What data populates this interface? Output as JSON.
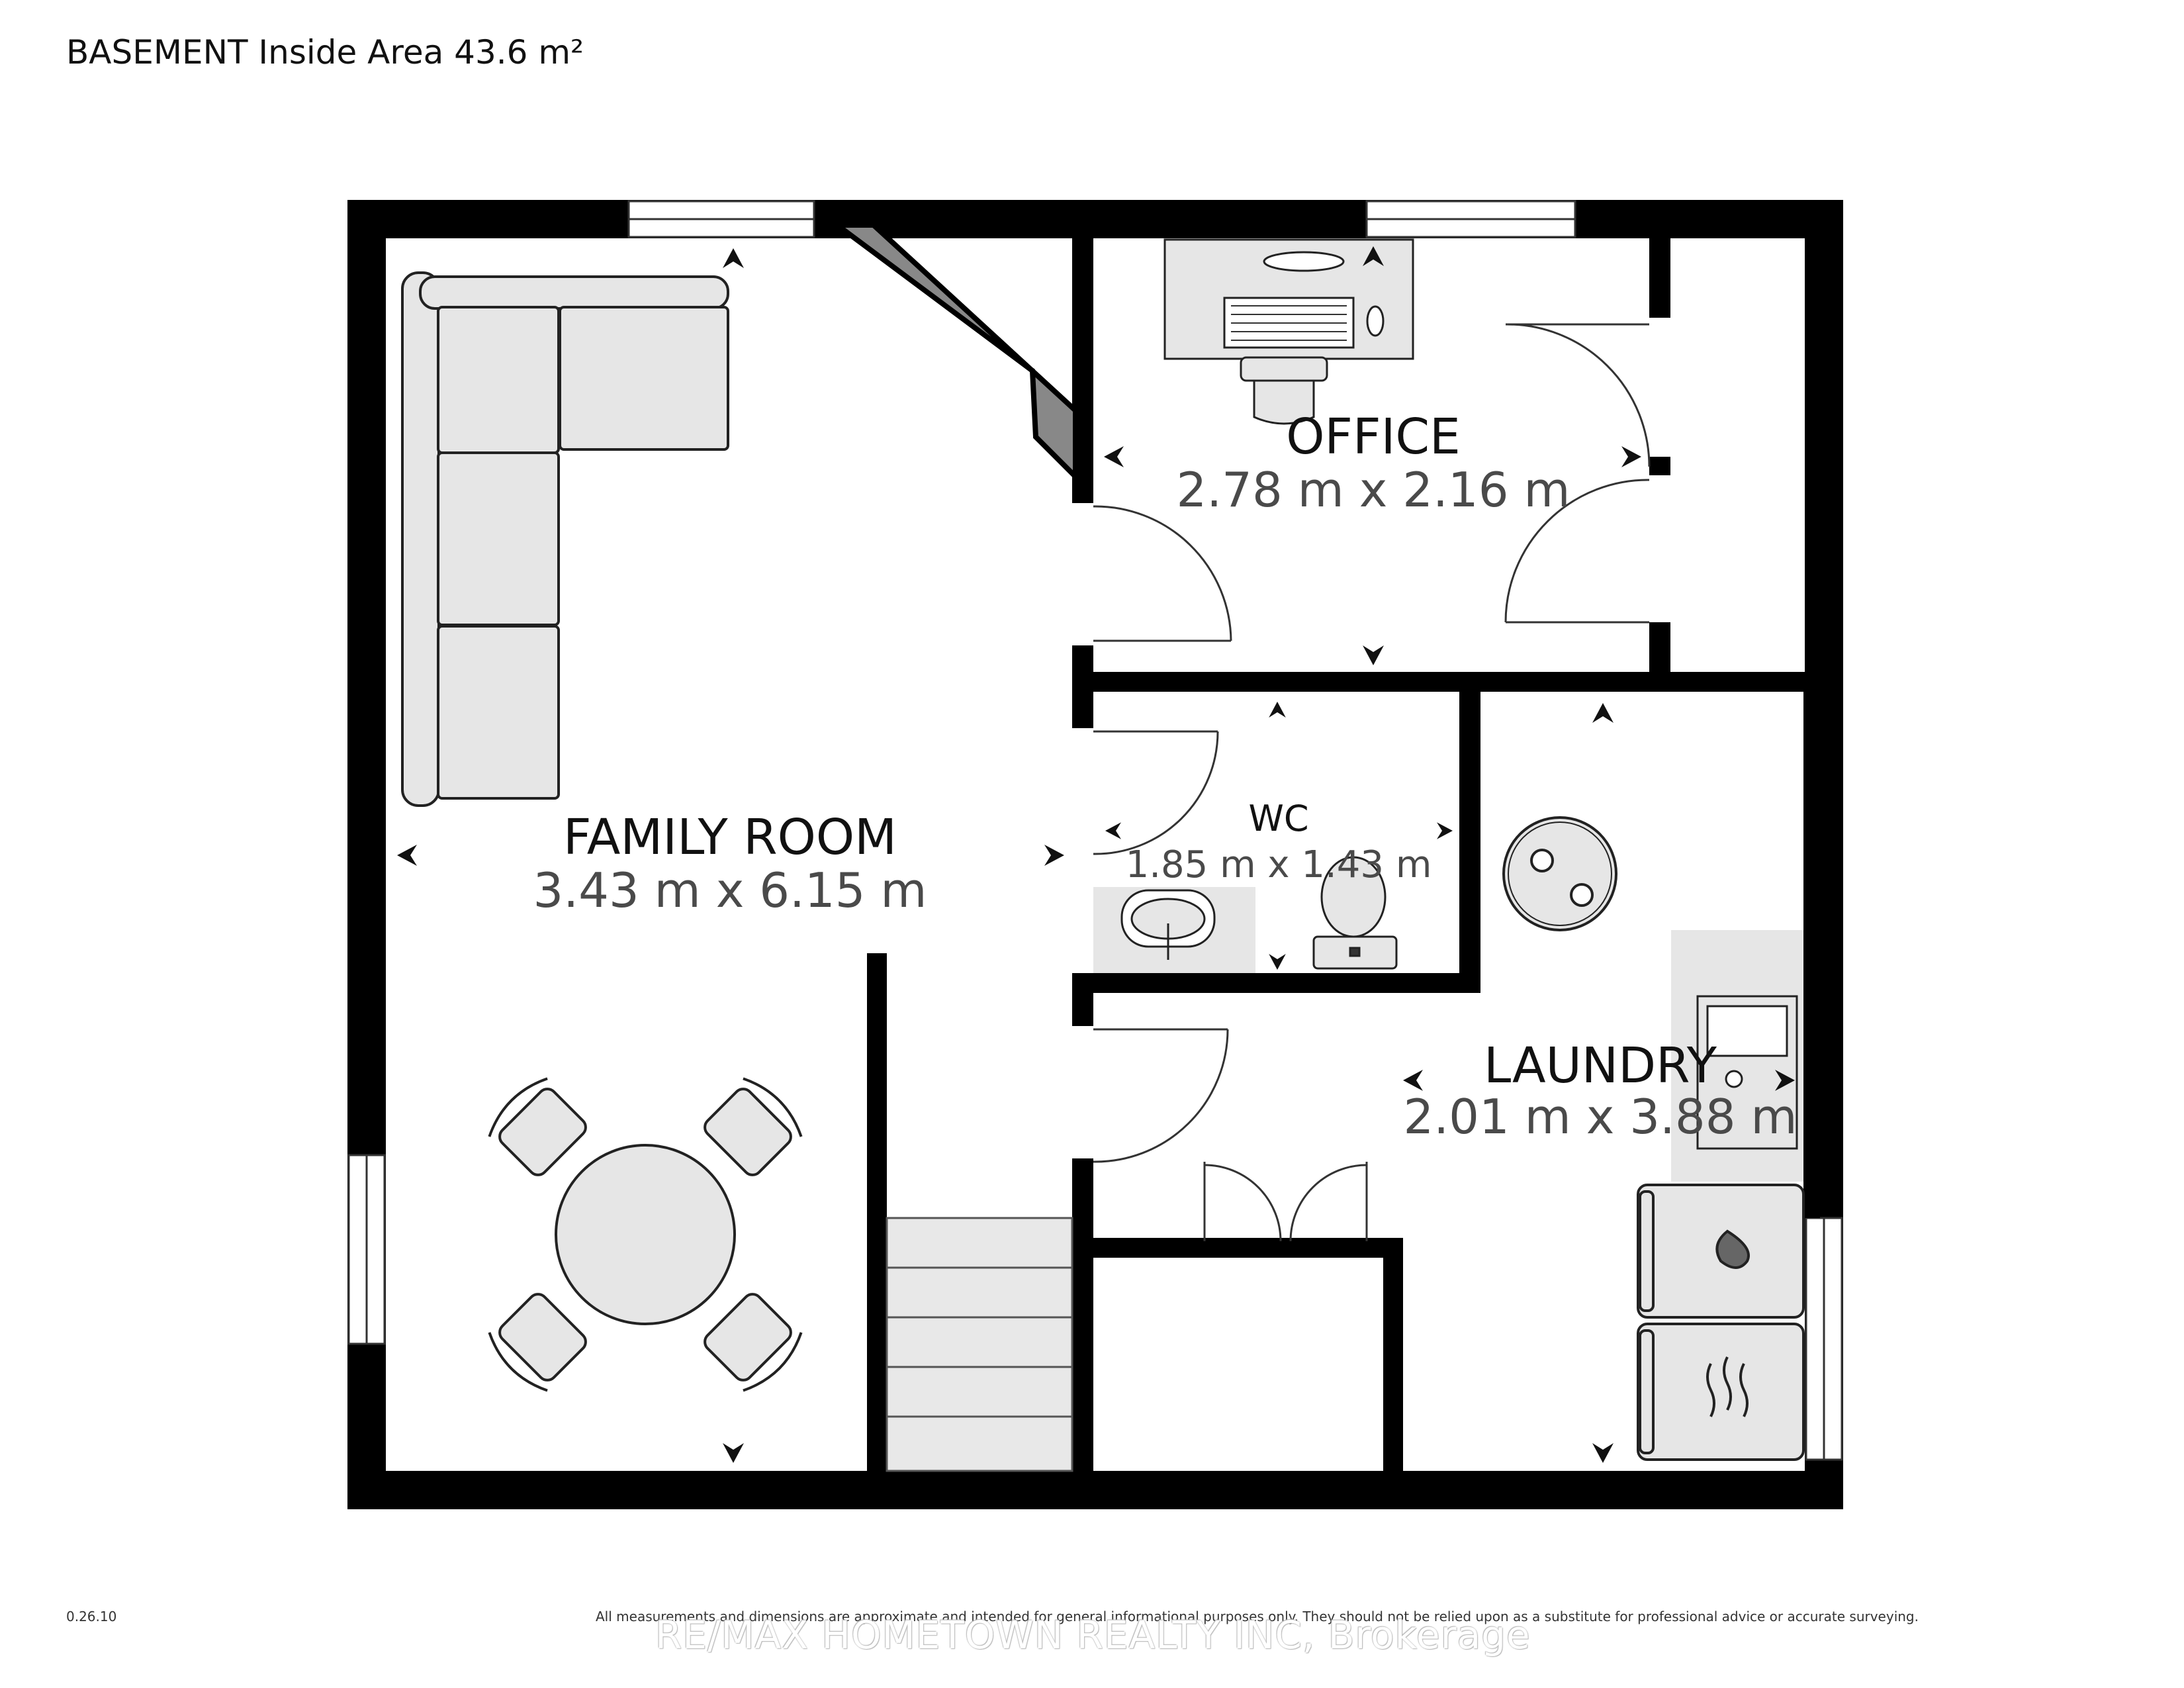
{
  "header": {
    "title": "BASEMENT Inside Area 43.6 m²"
  },
  "rooms": {
    "family_room": {
      "name": "FAMILY ROOM",
      "dimensions": "3.43 m x 6.15 m"
    },
    "office": {
      "name": "OFFICE",
      "dimensions": "2.78 m x 2.16 m"
    },
    "wc": {
      "name": "WC",
      "dimensions": "1.85 m x 1.43 m"
    },
    "laundry": {
      "name": "LAUNDRY",
      "dimensions": "2.01 m x 3.88 m"
    }
  },
  "footer": {
    "version": "0.26.10",
    "disclaimer": "All measurements and dimensions are approximate and intended for general informational purposes only. They should not be relied upon as a substitute for professional advice or accurate surveying.",
    "watermark": "RE/MAX HOMETOWN REALTY INC, Brokerage"
  },
  "colors": {
    "wall": "#000000",
    "furniture": "#e6e6e6",
    "outline": "#222222",
    "stairs": "#e8e8e8"
  },
  "icons": [
    "dimension-arrow-icon",
    "sofa-icon",
    "dining-table-icon",
    "desk-icon",
    "office-chair-icon",
    "toilet-icon",
    "sink-icon",
    "water-heater-icon",
    "laundry-sink-icon",
    "washer-icon",
    "dryer-icon",
    "stairs-icon"
  ]
}
